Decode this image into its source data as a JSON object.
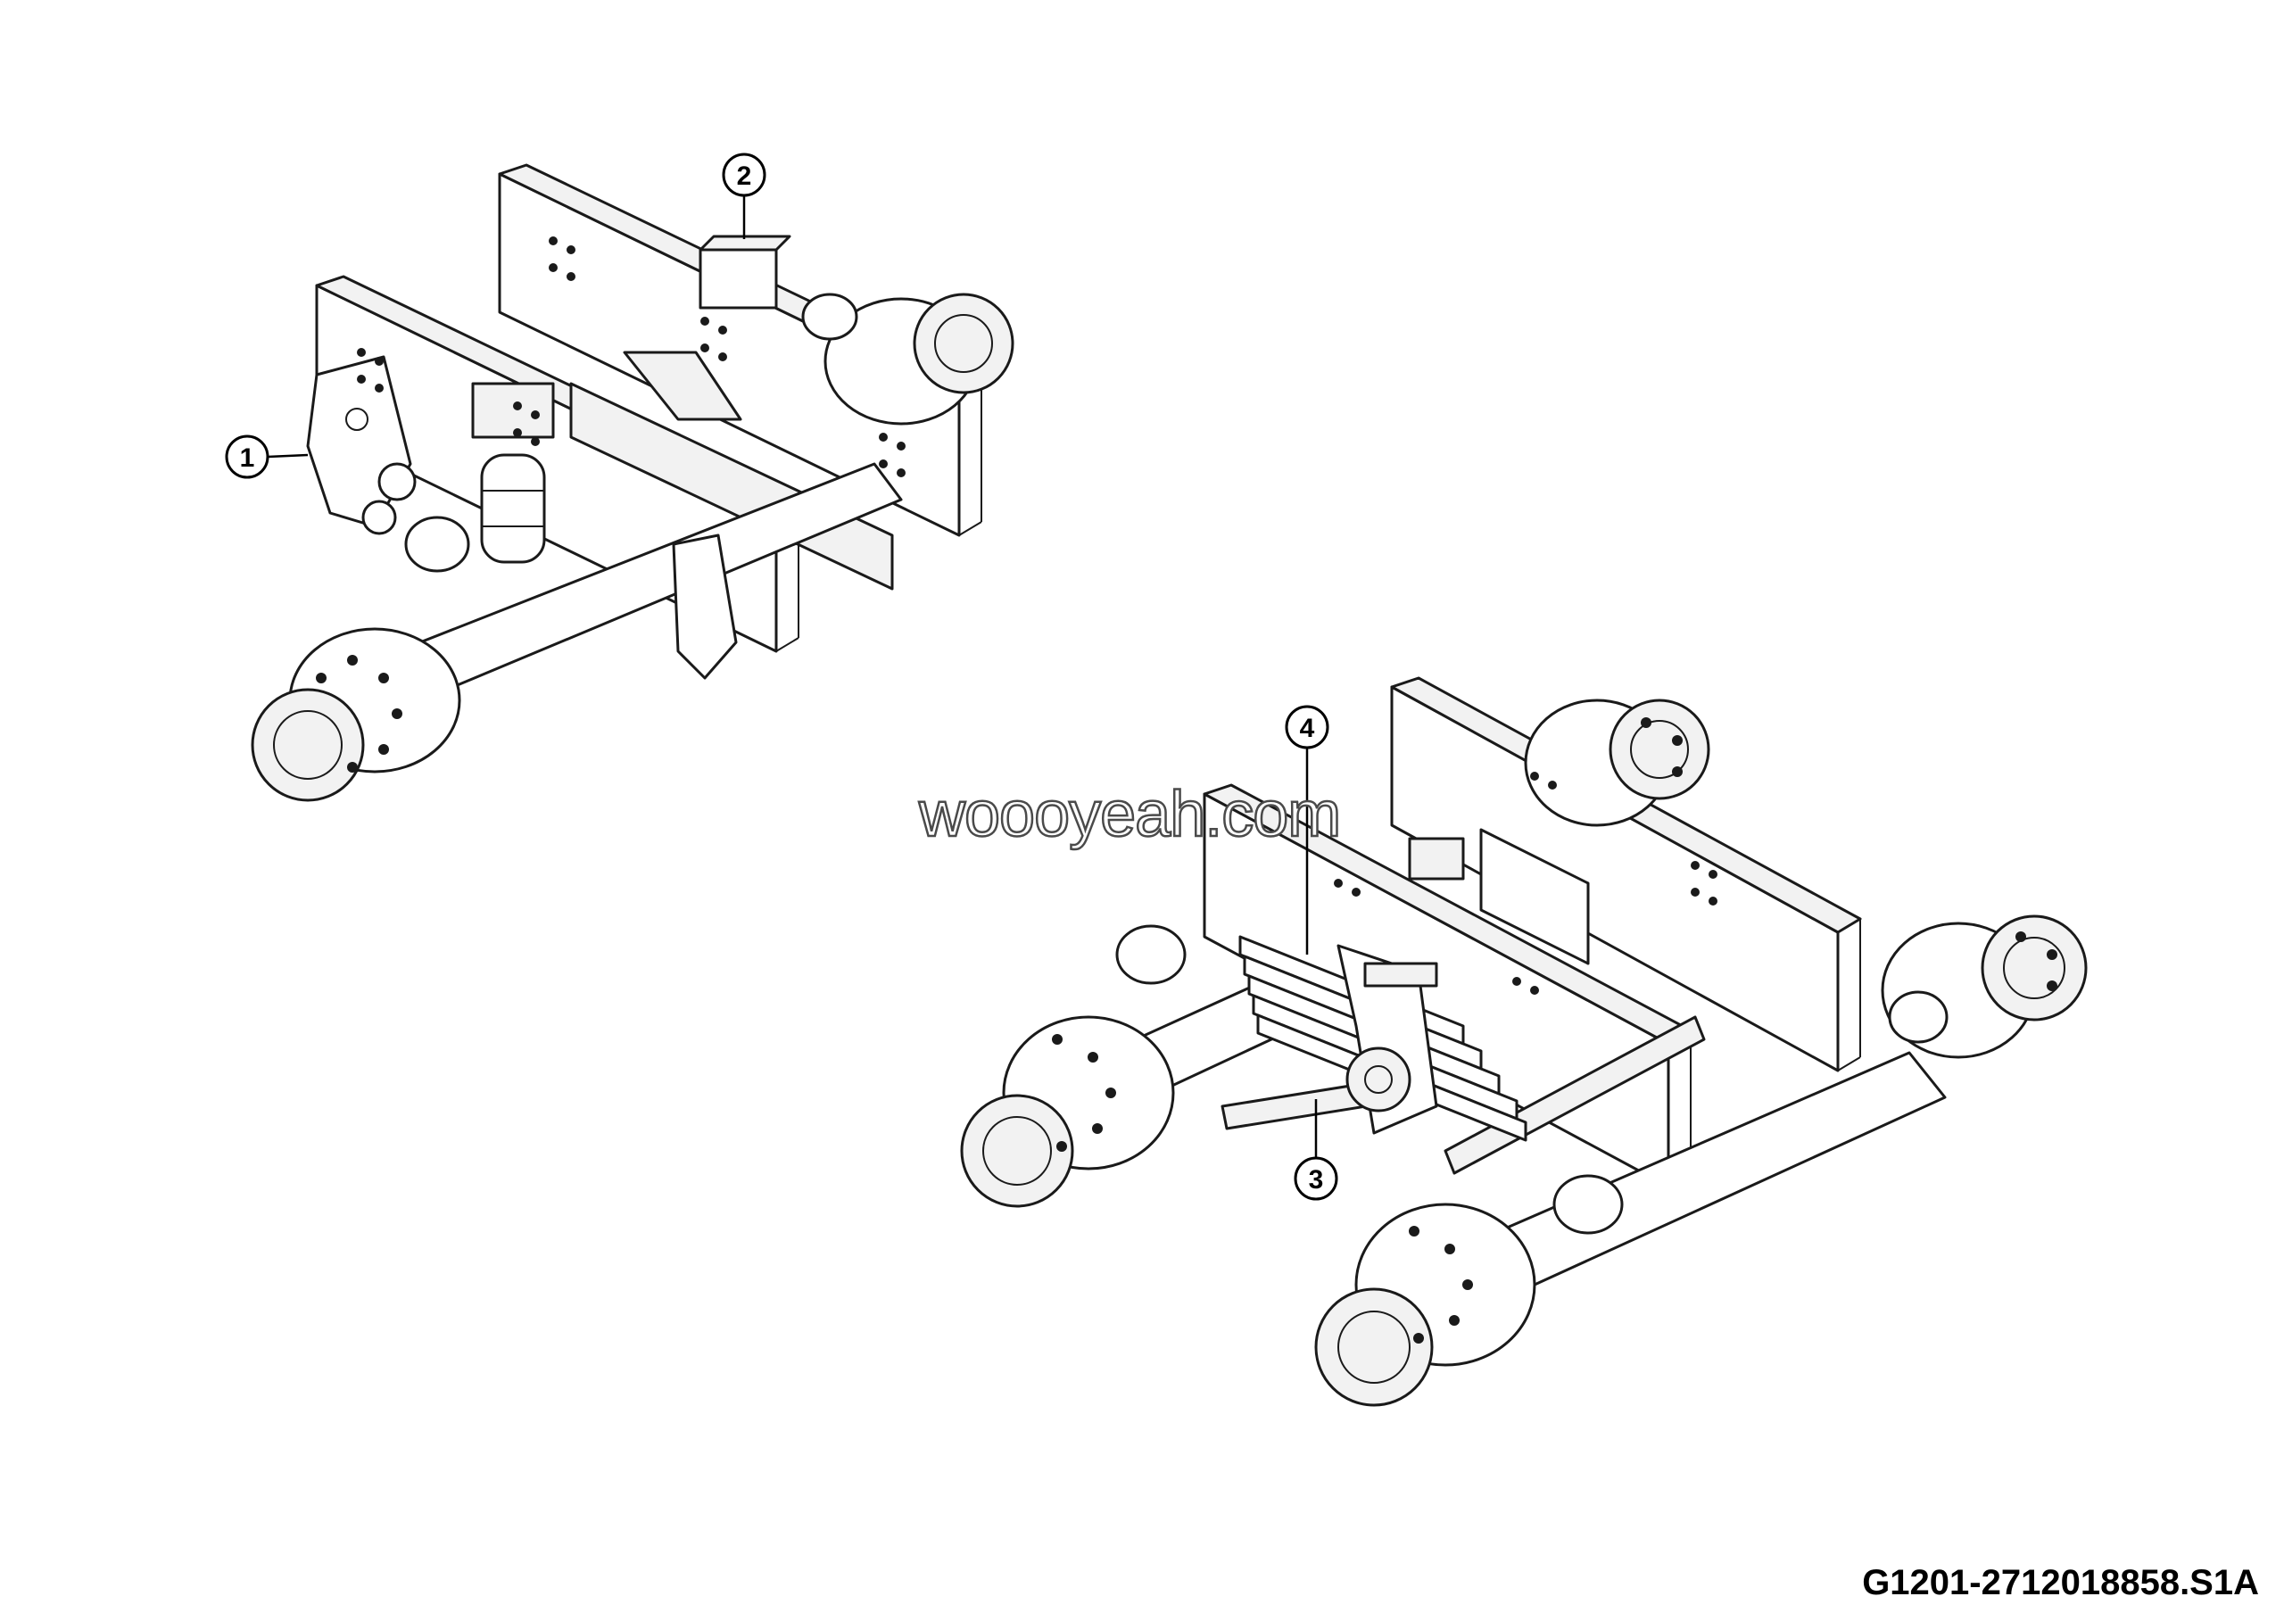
{
  "callouts": [
    {
      "label": "1"
    },
    {
      "label": "2"
    },
    {
      "label": "3"
    },
    {
      "label": "4"
    }
  ],
  "watermark": "woooyeah.com",
  "drawing_code": "G1201-2712018858.S1A"
}
